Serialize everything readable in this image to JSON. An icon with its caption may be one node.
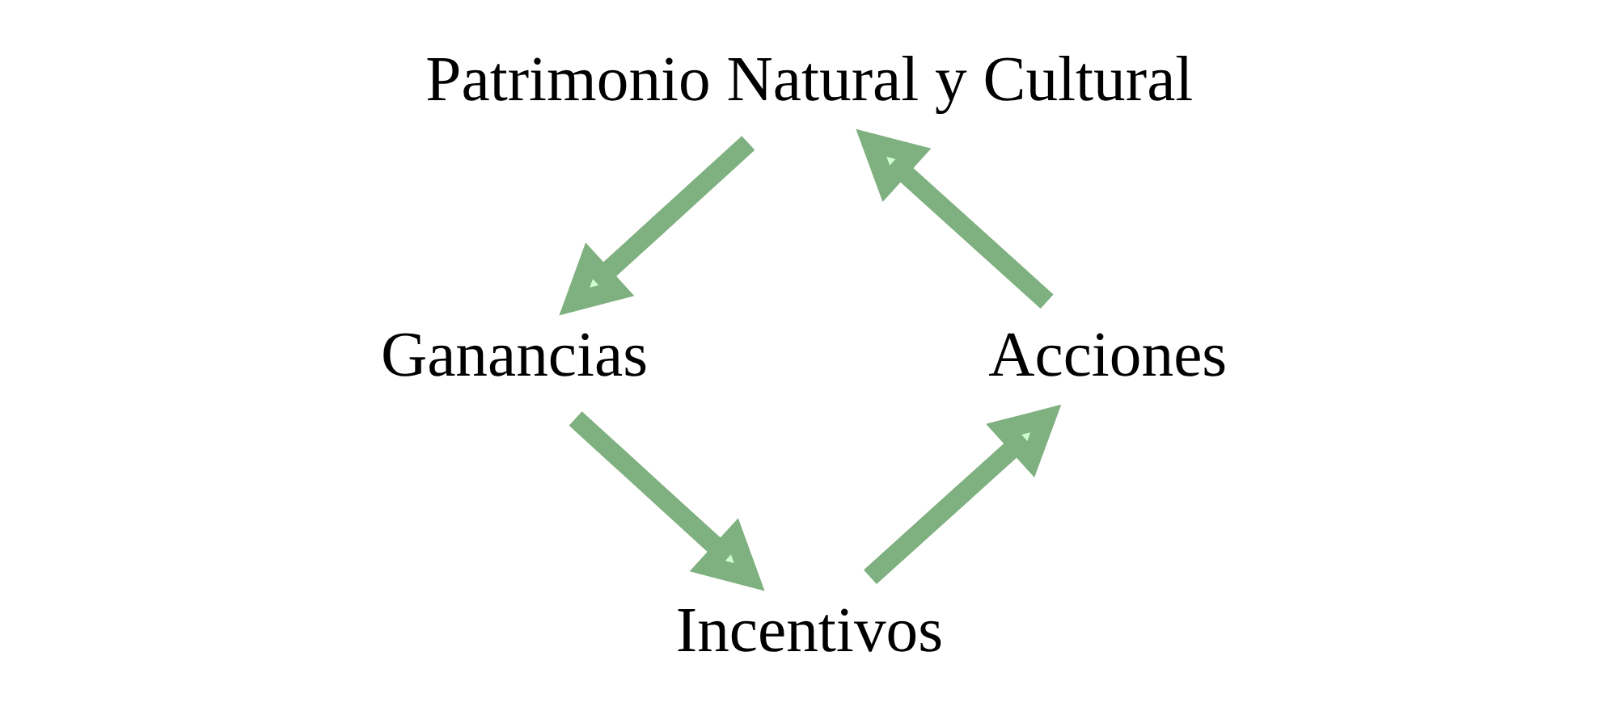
{
  "diagram": {
    "nodes": [
      {
        "text": [
          "Patrimonio Natural y Cultural"
        ]
      },
      {
        "text": [
          "Acciones"
        ]
      },
      {
        "text": [
          "Ganancias"
        ]
      },
      {
        "text": [
          "Incentivos"
        ]
      }
    ],
    "edges": [
      {
        "from": 1,
        "to": 0,
        "arrow": "to"
      },
      {
        "from": 0,
        "to": 2,
        "arrow": "to"
      },
      {
        "from": 2,
        "to": 3,
        "arrow": "to"
      },
      {
        "from": 3,
        "to": 1,
        "arrow": "to"
      }
    ]
  }
}
